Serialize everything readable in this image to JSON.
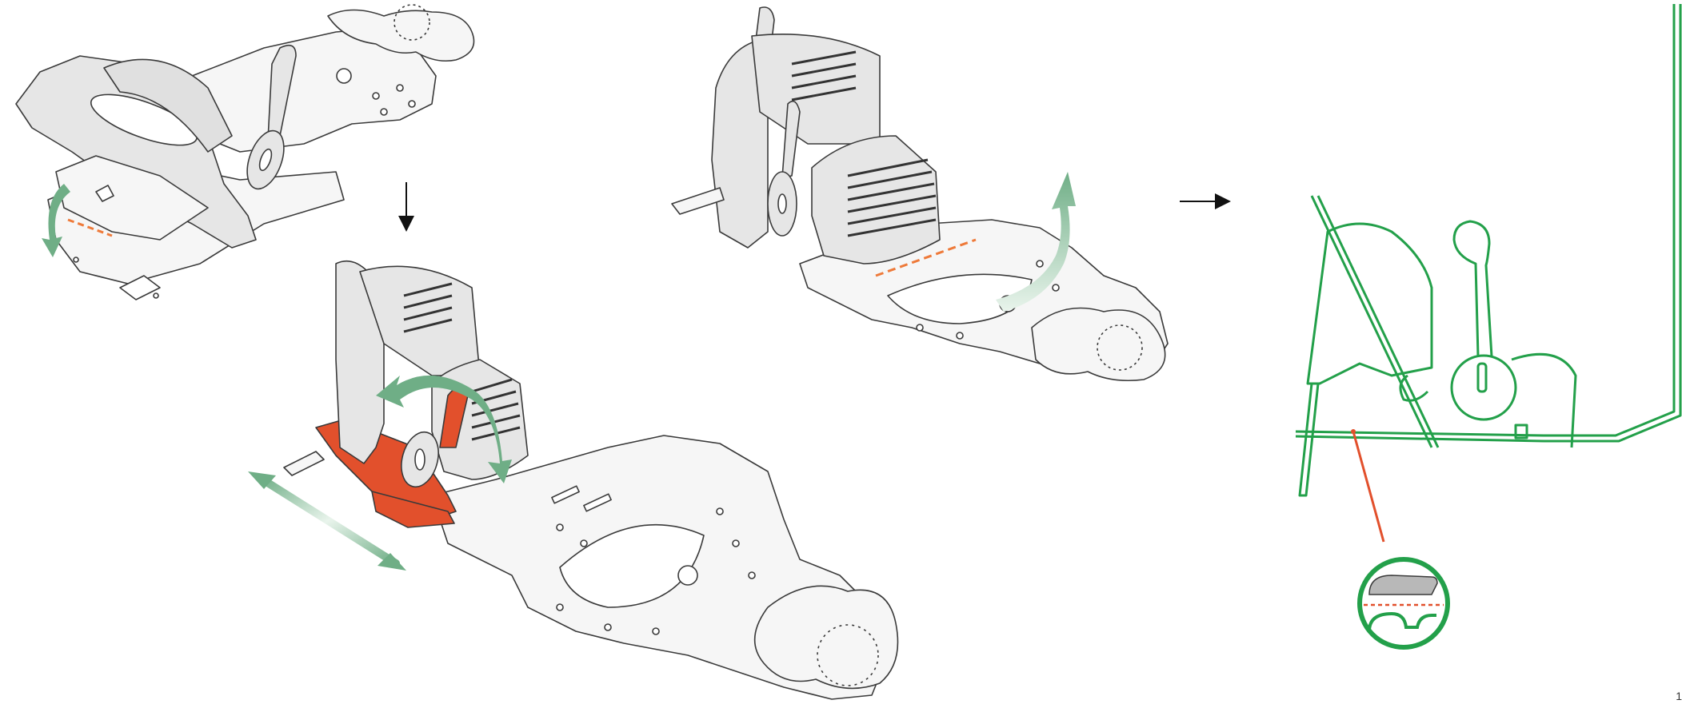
{
  "page": {
    "number": "1"
  },
  "colors": {
    "part_fill": "#e6e6e6",
    "part_light": "#f6f6f6",
    "outline": "#3a3a3a",
    "green_arrow": "#6fae86",
    "highlight_red": "#e2502c",
    "fold_line": "#ee7a3a",
    "profile_green": "#23a04a",
    "callout_red": "#e2502c"
  },
  "steps": [
    {
      "id": "step-a",
      "description_icon": "fold-down-arrow-icon"
    },
    {
      "id": "step-b",
      "description_icon": "rotate-lever-arrow-icon"
    },
    {
      "id": "step-c",
      "description_icon": "lift-arrow-icon"
    },
    {
      "id": "step-d",
      "description_icon": "side-profile"
    }
  ],
  "detail_callout": {
    "icon": "fold-detail-icon"
  }
}
